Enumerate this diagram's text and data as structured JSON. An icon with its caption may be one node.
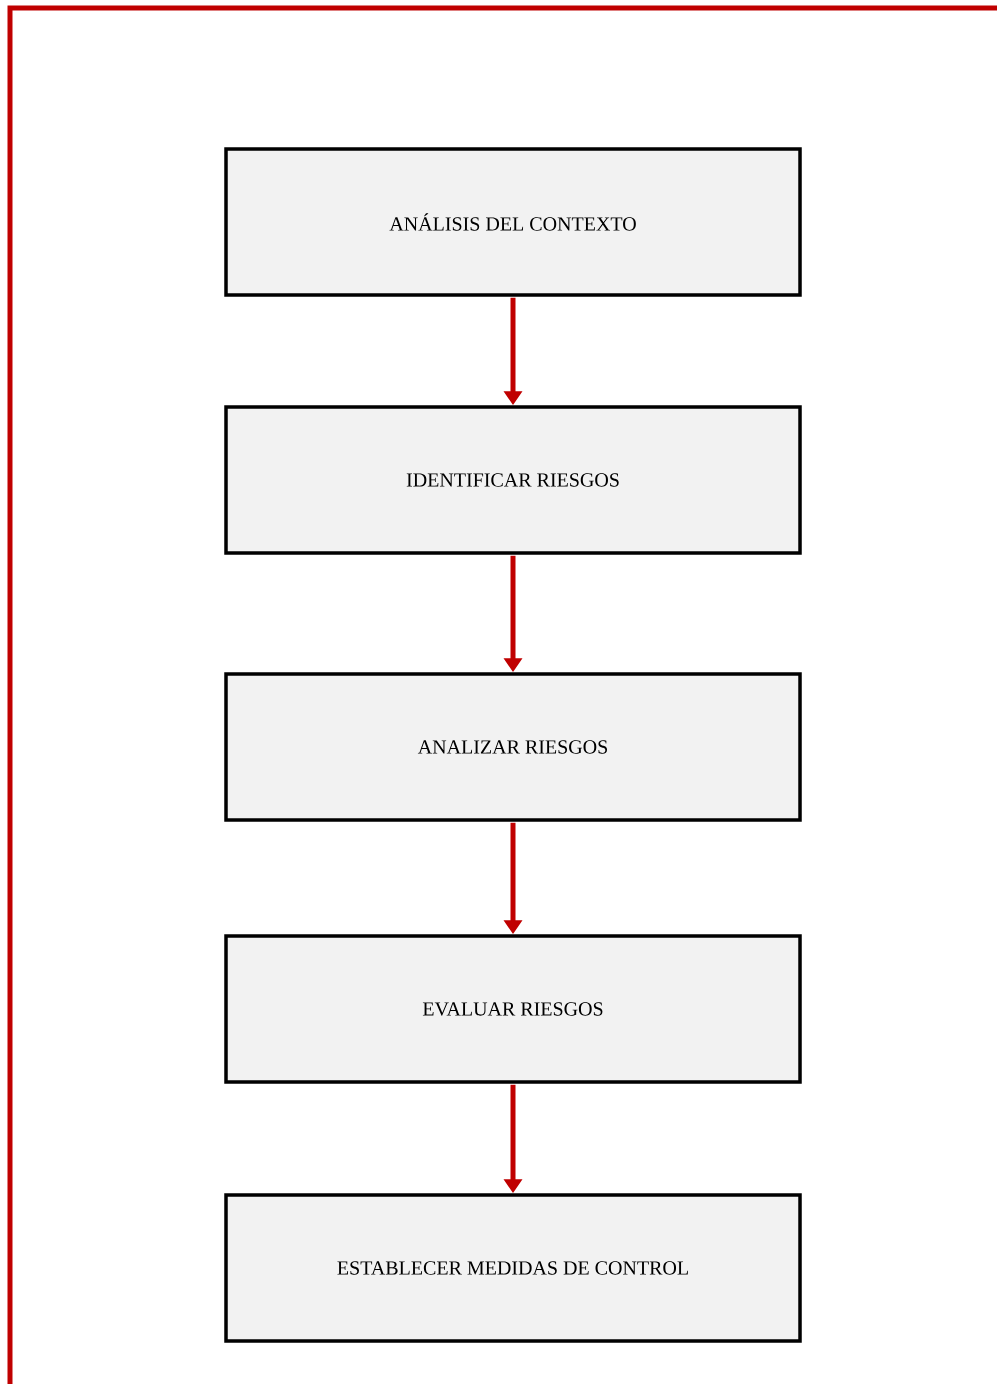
{
  "diagram": {
    "nodes": [
      {
        "text": [
          "ANÁLISIS DEL CONTEXTO"
        ]
      },
      {
        "text": [
          "IDENTIFICAR RIESGOS"
        ]
      },
      {
        "text": [
          "ANALIZAR RIESGOS"
        ]
      },
      {
        "text": [
          "EVALUAR RIESGOS"
        ]
      },
      {
        "text": [
          "ESTABLECER MEDIDAS DE CONTROL"
        ]
      }
    ],
    "edges": [
      {
        "from": 0,
        "to": 1,
        "arrow": "to"
      },
      {
        "from": 1,
        "to": 2,
        "arrow": "to"
      },
      {
        "from": 2,
        "to": 3,
        "arrow": "to"
      },
      {
        "from": 3,
        "to": 4,
        "arrow": "to"
      }
    ]
  }
}
